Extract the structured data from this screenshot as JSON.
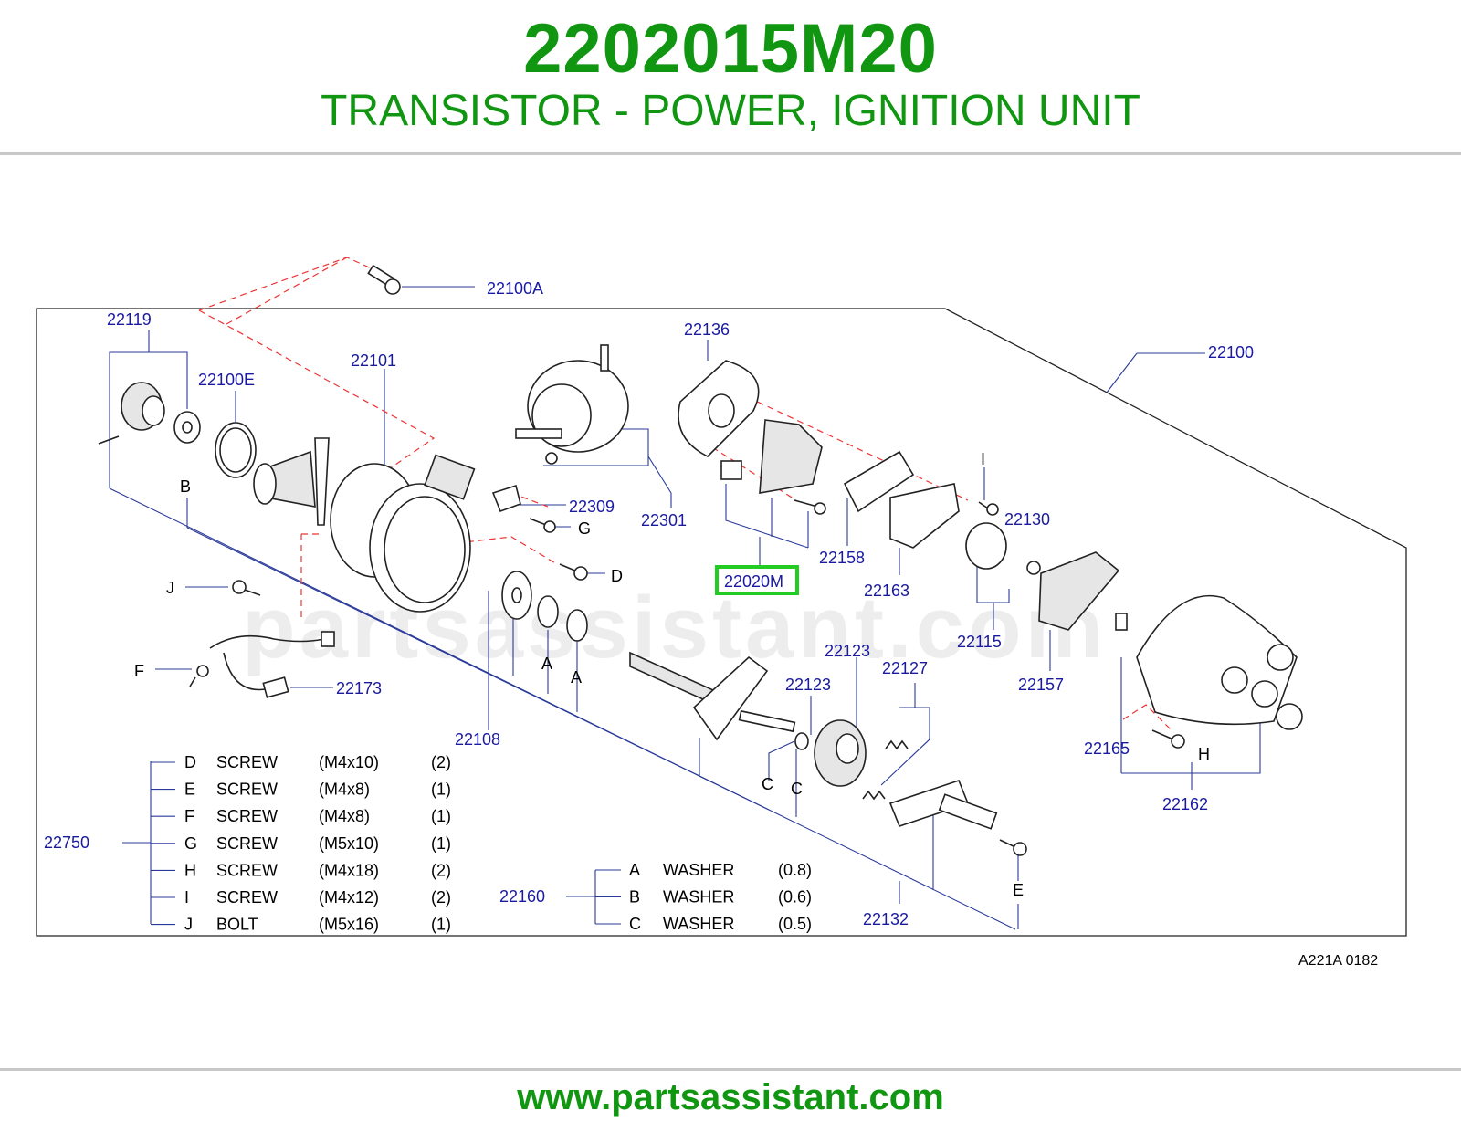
{
  "header": {
    "part_number": "2202015M20",
    "description": "TRANSISTOR - POWER, IGNITION UNIT"
  },
  "footer": {
    "url": "www.partsassistant.com"
  },
  "diagram": {
    "watermark": "partsassistant.com",
    "ref_code": "A221A  0182",
    "highlighted_part": "22020M",
    "highlight_color": "#22cc22",
    "callouts": {
      "c22100A": "22100A",
      "c22119": "22119",
      "c22101": "22101",
      "c22100E": "22100E",
      "c22136": "22136",
      "c22100": "22100",
      "c22309": "22309",
      "c22301": "22301",
      "c22158": "22158",
      "c22130": "22130",
      "c22163": "22163",
      "c22115": "22115",
      "c22157": "22157",
      "c22173": "22173",
      "c22108": "22108",
      "c22123a": "22123",
      "c22123b": "22123",
      "c22127": "22127",
      "c22165": "22165",
      "c22162": "22162",
      "c22750": "22750",
      "c22160": "22160",
      "c22132": "22132"
    },
    "letters": {
      "B": "B",
      "G": "G",
      "D": "D",
      "J": "J",
      "F": "F",
      "A1": "A",
      "A2": "A",
      "I": "I",
      "C1": "C",
      "C2": "C",
      "H": "H",
      "E": "E"
    }
  },
  "legend_screws": [
    {
      "key": "D",
      "name": "SCREW",
      "size": "(M4x10)",
      "qty": "(2)"
    },
    {
      "key": "E",
      "name": "SCREW",
      "size": "(M4x8)",
      "qty": "(1)"
    },
    {
      "key": "F",
      "name": "SCREW",
      "size": "(M4x8)",
      "qty": "(1)"
    },
    {
      "key": "G",
      "name": "SCREW",
      "size": "(M5x10)",
      "qty": "(1)"
    },
    {
      "key": "H",
      "name": "SCREW",
      "size": "(M4x18)",
      "qty": "(2)"
    },
    {
      "key": "I",
      "name": "SCREW",
      "size": "(M4x12)",
      "qty": "(2)"
    },
    {
      "key": "J",
      "name": "BOLT",
      "size": "(M5x16)",
      "qty": "(1)"
    }
  ],
  "legend_washers": [
    {
      "key": "A",
      "name": "WASHER",
      "size": "(0.8)"
    },
    {
      "key": "B",
      "name": "WASHER",
      "size": "(0.6)"
    },
    {
      "key": "C",
      "name": "WASHER",
      "size": "(0.5)"
    }
  ]
}
